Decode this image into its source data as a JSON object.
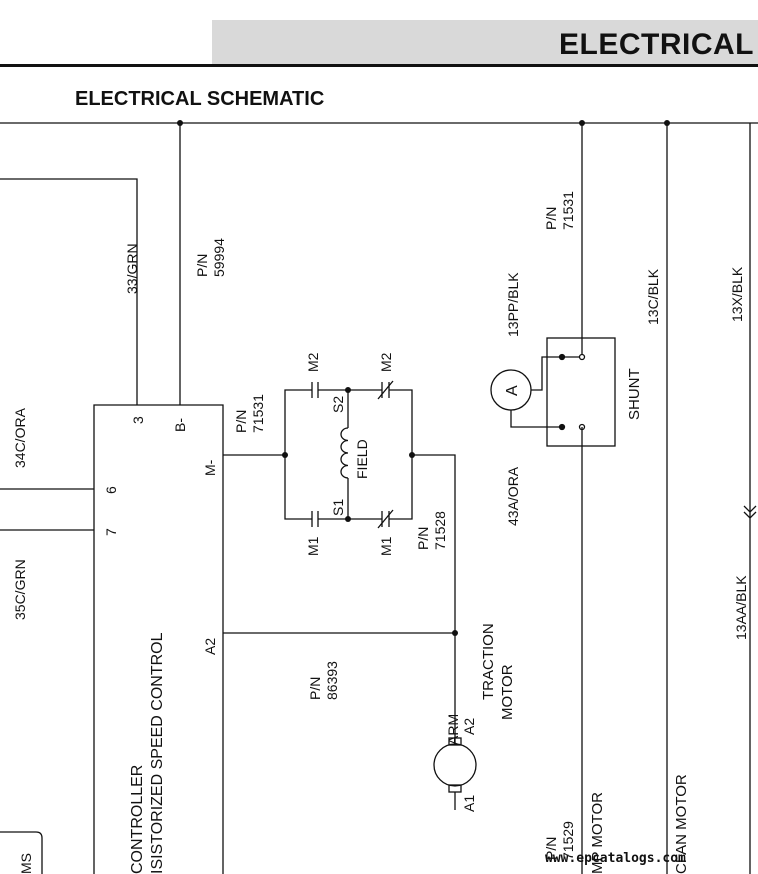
{
  "header": {
    "title": "ELECTRICAL"
  },
  "section": {
    "title": "ELECTRICAL SCHEMATIC"
  },
  "controller": {
    "terminals": {
      "t3": "3",
      "b_minus": "B-",
      "t6": "6",
      "t7": "7",
      "m_minus": "M-",
      "a2": "A2"
    },
    "label_line1": "CONTROLLER",
    "label_line2": "ISISTORIZED SPEED CONTROL"
  },
  "wires": {
    "w33grn": "33/GRN",
    "w34cora": "34C/ORA",
    "w35cgrn": "35C/GRN",
    "w13ppblk": "13PP/BLK",
    "w43aora": "43A/ORA",
    "w13cblk": "13C/BLK",
    "w13xblk": "13X/BLK",
    "w13aablk": "13AA/BLK"
  },
  "parts": {
    "pn_label": "P/N",
    "pn59994": "59994",
    "pn71531a": "71531",
    "pn71531b": "71531",
    "pn71528": "71528",
    "pn86393": "86393",
    "pn71529": "71529"
  },
  "field": {
    "label": "FIELD",
    "s1": "S1",
    "s2": "S2",
    "m1_left": "M1",
    "m1_right": "M1",
    "m2_left": "M2",
    "m2_right": "M2"
  },
  "motor": {
    "traction_line1": "TRACTION",
    "traction_line2": "MOTOR",
    "arm": "ARM",
    "a1": "A1",
    "a2": "A2"
  },
  "shunt": {
    "label": "SHUNT",
    "ammeter": "A"
  },
  "bottom": {
    "pump_motor": "MP MOTOR",
    "fan_motor": "CFAN MOTOR",
    "side_tab": "MS",
    "watermark": "www.epcatalogs.com"
  }
}
